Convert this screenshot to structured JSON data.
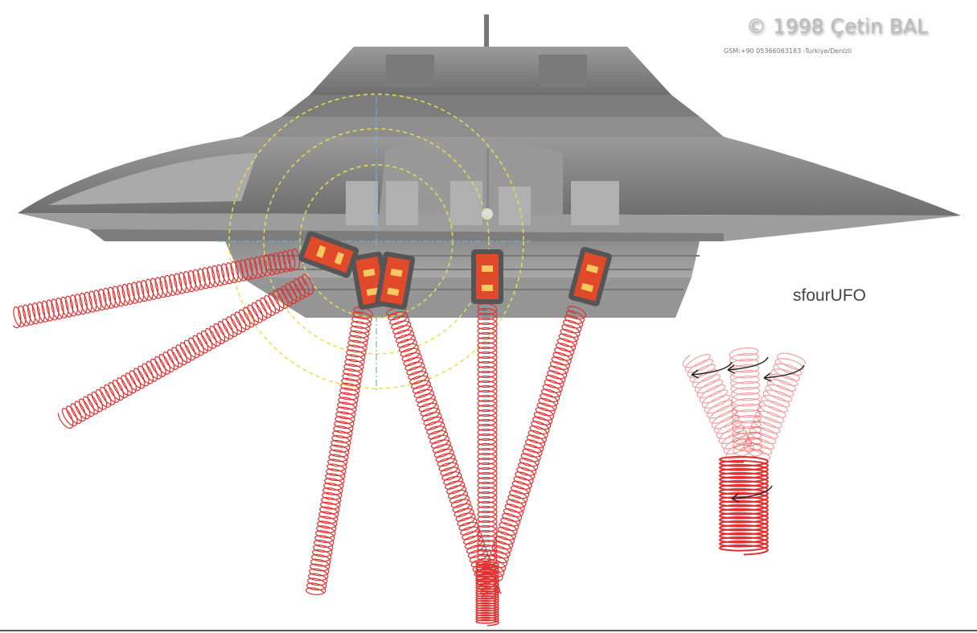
{
  "copyright": "© 1998 Çetin BAL",
  "contact": "GSM:+90  05366063183 -Turkiye/Denizli",
  "label": "sfourUFO",
  "colors": {
    "hull": "#8a8a8a",
    "coil": "#e03030",
    "rings": "#e6e04a",
    "axes": "#7ab0d0"
  }
}
